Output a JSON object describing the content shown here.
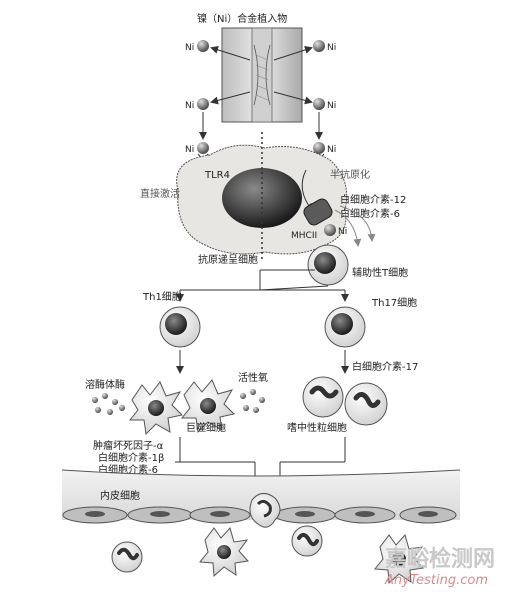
{
  "title": "镍（Ni）合金植入物",
  "ion": "Ni",
  "receptor": "TLR4",
  "mhc": "MHCII",
  "labels": {
    "direct_activation": "直接激活",
    "hapten": "半抗原化",
    "il12": "白细胞介素-12",
    "il6": "白细胞介素-6",
    "apc": "抗原递呈细胞",
    "helper_t": "辅助性T细胞",
    "th1": "Th1细胞",
    "th17": "Th17细胞",
    "lysozyme": "溶酶体酶",
    "macrophage": "巨噬细胞",
    "ros": "活性氧",
    "il17": "白细胞介素-17",
    "neutrophil": "嗜中性粒细胞",
    "tnf": "肿瘤坏死因子-α",
    "il1b": "白细胞介素-1β",
    "il6b": "白细胞介素-6",
    "endothelium": "内皮细胞"
  },
  "watermark": {
    "cn": "嘉峪检测网",
    "en": "AnyTesting.com"
  },
  "colors": {
    "cell_fill": "#e6e6e6",
    "nucleus": "#2a2a2a",
    "line": "#333333"
  }
}
